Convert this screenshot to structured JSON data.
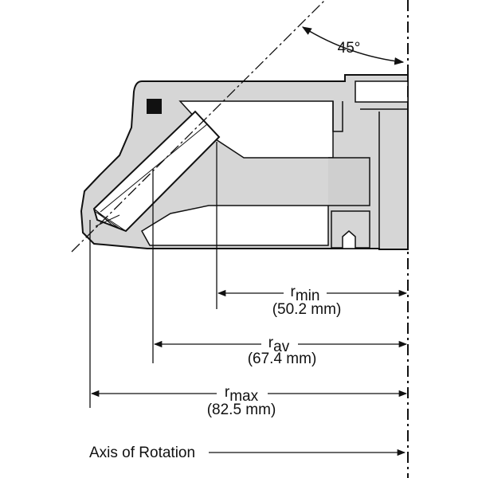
{
  "angle_label": "45°",
  "dimensions": [
    {
      "symbol": "r",
      "subscript": "min",
      "value": "(50.2 mm)"
    },
    {
      "symbol": "r",
      "subscript": "av",
      "value": "(67.4 mm)"
    },
    {
      "symbol": "r",
      "subscript": "max",
      "value": "(82.5 mm)"
    }
  ],
  "axis_label": "Axis of Rotation",
  "colors": {
    "rotor_fill": "#d6d6d6",
    "line": "#111111",
    "tube_fill": "#ffffff",
    "background": "#ffffff"
  }
}
